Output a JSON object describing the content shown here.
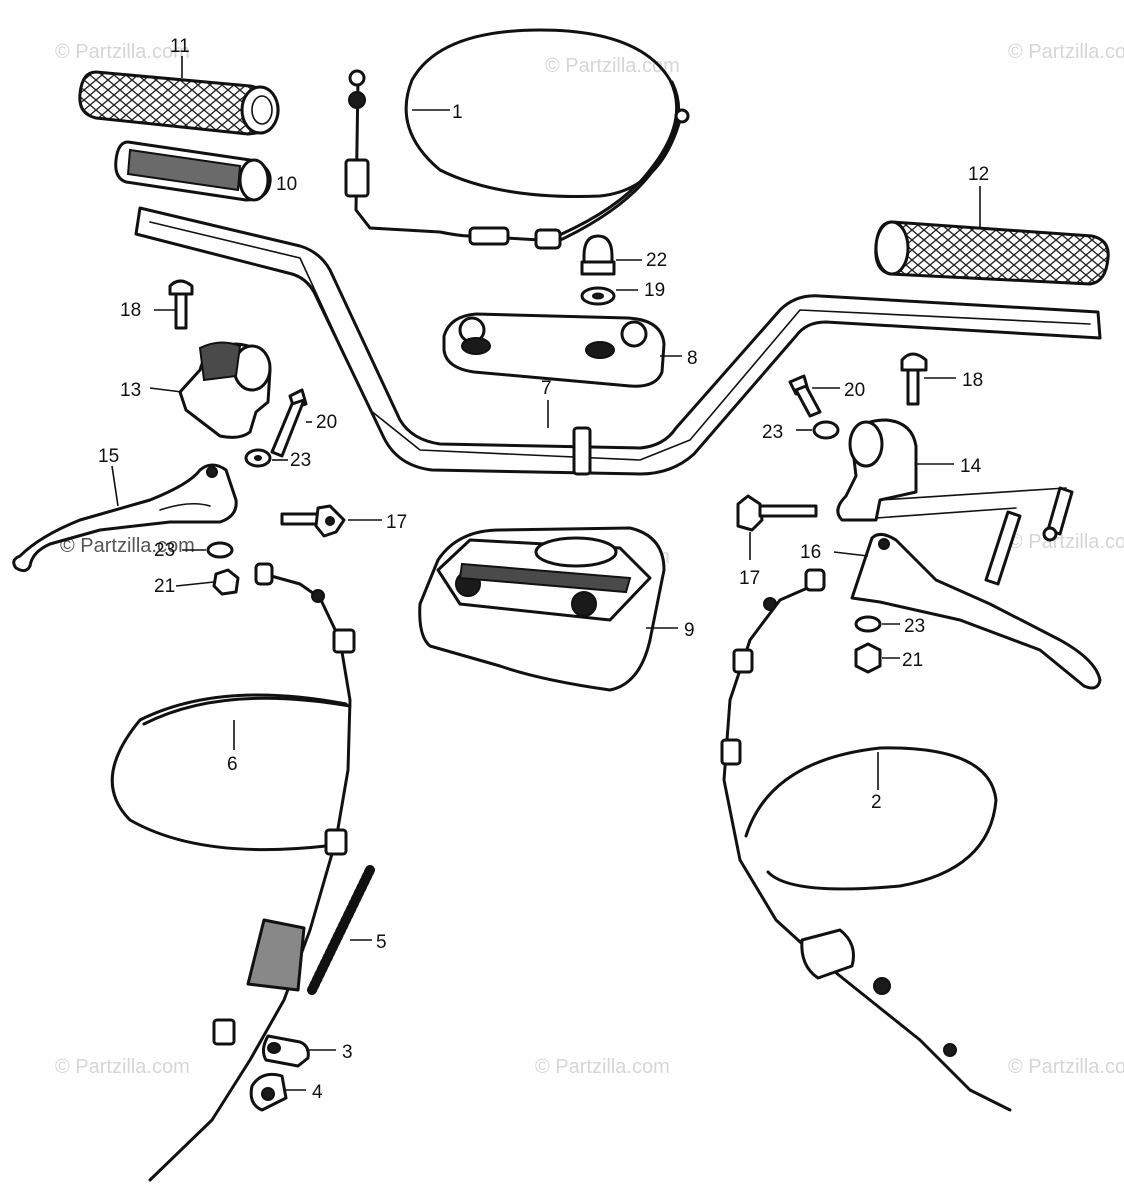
{
  "watermark": "© Partzilla.com",
  "callouts": {
    "c1": "1",
    "c2": "2",
    "c3": "3",
    "c4": "4",
    "c5": "5",
    "c6": "6",
    "c7": "7",
    "c8": "8",
    "c9": "9",
    "c10": "10",
    "c11": "11",
    "c12": "12",
    "c13": "13",
    "c14": "14",
    "c15": "15",
    "c16": "16",
    "c17a": "17",
    "c17b": "17",
    "c18a": "18",
    "c18b": "18",
    "c19": "19",
    "c20a": "20",
    "c20b": "20",
    "c21a": "21",
    "c21b": "21",
    "c22": "22",
    "c23a": "23",
    "c23b": "23",
    "c23c": "23",
    "c23d": "23"
  }
}
